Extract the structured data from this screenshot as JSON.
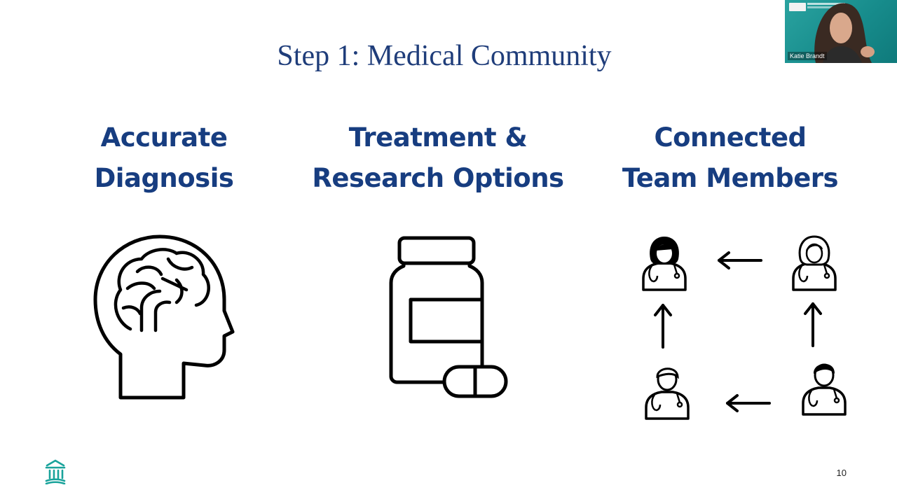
{
  "slide": {
    "title": "Step 1: Medical Community",
    "page_number": "10",
    "columns": [
      {
        "heading_line1": "Accurate",
        "heading_line2": "Diagnosis",
        "icon": "brain-head-icon"
      },
      {
        "heading_line1": "Treatment &",
        "heading_line2": "Research Options",
        "icon": "pill-bottle-icon"
      },
      {
        "heading_line1": "Connected",
        "heading_line2": "Team Members",
        "icon": "care-team-icon"
      }
    ],
    "logo_icon": "institution-building-icon"
  },
  "video": {
    "participant_name": "Katie Brandt"
  },
  "colors": {
    "title": "#1f3d7a",
    "heading": "#173d80",
    "logo": "#1aa39b",
    "video_bg": "#178c8c"
  }
}
